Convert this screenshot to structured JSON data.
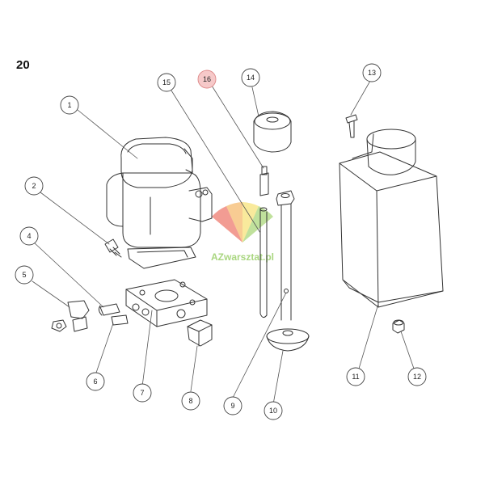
{
  "figure": {
    "number": "20"
  },
  "watermark": {
    "text": "AZwarsztat.pl",
    "colors": [
      "#e84a3a",
      "#f2a23a",
      "#f4d84a",
      "#8cc84a",
      "#3aa0d8"
    ]
  },
  "colors": {
    "line": "#333333",
    "callout_highlight": "#f6c9c9"
  },
  "callouts": [
    {
      "id": "1",
      "label": "1",
      "part": "electric motor"
    },
    {
      "id": "2",
      "label": "2",
      "part": "bolt"
    },
    {
      "id": "3",
      "label": "4",
      "part": "fitting"
    },
    {
      "id": "4",
      "label": "5",
      "part": "fitting elbow"
    },
    {
      "id": "5",
      "label": "6",
      "part": "fitting"
    },
    {
      "id": "6",
      "label": "7",
      "part": "valve block"
    },
    {
      "id": "7",
      "label": "8",
      "part": "plug"
    },
    {
      "id": "8",
      "label": "9",
      "part": "suction tube"
    },
    {
      "id": "9",
      "label": "10",
      "part": "filter"
    },
    {
      "id": "10",
      "label": "11",
      "part": "tank"
    },
    {
      "id": "11",
      "label": "12",
      "part": "drain plug"
    },
    {
      "id": "12",
      "label": "13",
      "part": "breather"
    },
    {
      "id": "13",
      "label": "14",
      "part": "cap"
    },
    {
      "id": "14",
      "label": "15",
      "part": "return tube"
    },
    {
      "id": "15",
      "label": "16",
      "part": "dipstick",
      "highlighted": true
    }
  ]
}
